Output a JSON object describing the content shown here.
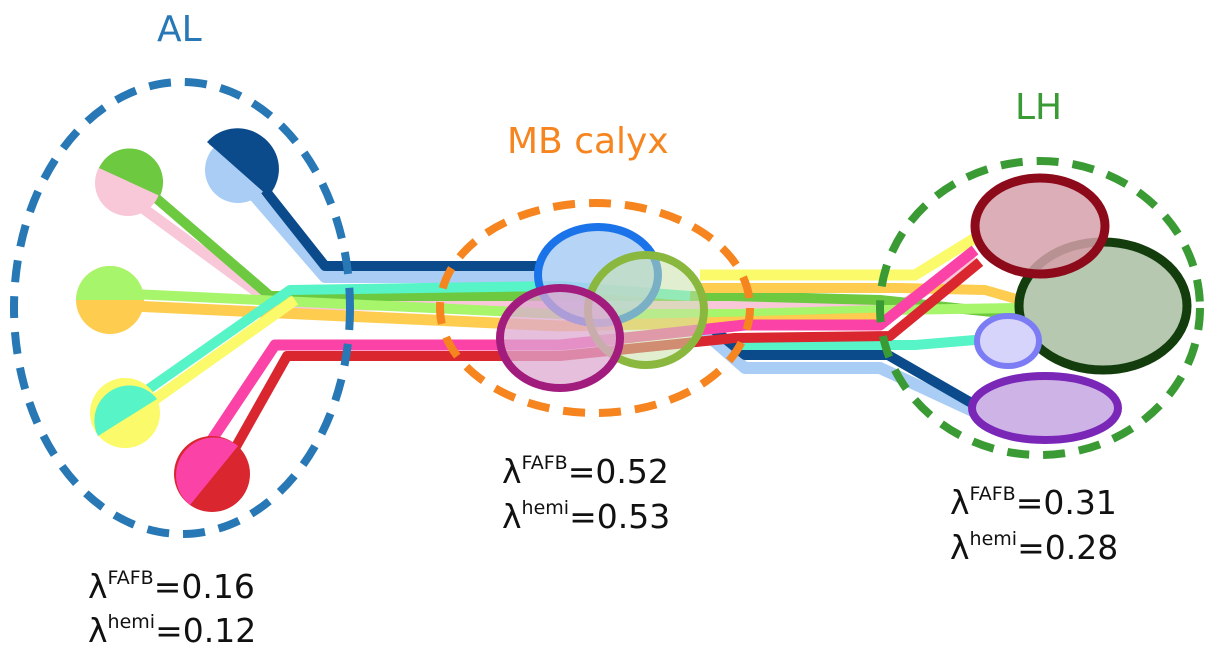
{
  "regions": {
    "al": {
      "label": "AL",
      "color": "#2878b5"
    },
    "mb": {
      "label": "MB calyx",
      "color": "#f6841f"
    },
    "lh": {
      "label": "LH",
      "color": "#3a9b35"
    }
  },
  "stats": {
    "al": {
      "fafb": {
        "symbol": "λ",
        "superscript": "FAFB",
        "value": "=0.16"
      },
      "hemi": {
        "symbol": "λ",
        "superscript": "hemi",
        "value": "=0.12"
      }
    },
    "mb": {
      "fafb": {
        "symbol": "λ",
        "superscript": "FAFB",
        "value": "=0.52"
      },
      "hemi": {
        "symbol": "λ",
        "superscript": "hemi",
        "value": "=0.53"
      }
    },
    "lh": {
      "fafb": {
        "symbol": "λ",
        "superscript": "FAFB",
        "value": "=0.31"
      },
      "hemi": {
        "symbol": "λ",
        "superscript": "hemi",
        "value": "=0.28"
      }
    }
  },
  "colors": {
    "navy": "#0b4a8b",
    "light_blue": "#a9cdf5",
    "green": "#6cc940",
    "pink": "#f8c8d8",
    "lime": "#a7f56a",
    "orange": "#fecc4f",
    "teal": "#56f4c6",
    "yellow": "#fafa6b",
    "magenta": "#fb42a6",
    "red": "#d9262f"
  }
}
